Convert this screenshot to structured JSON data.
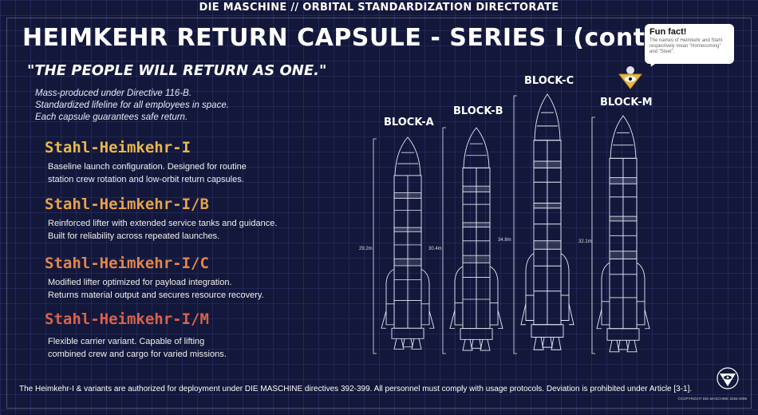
{
  "header": {
    "banner": "DIE MASCHINE // ORBITAL STANDARDIZATION DIRECTORATE"
  },
  "title": "HEIMKEHR RETURN CAPSULE - SERIES I (cont.)",
  "motto": "\"THE PEOPLE WILL RETURN AS ONE.\"",
  "description": [
    "Mass-produced under Directive 116-B.",
    "Standardized lifeline for all employees in space.",
    "Each capsule guarantees safe return."
  ],
  "variants": [
    {
      "name": "Stahl-Heimkehr-I",
      "color": "#e8b84a",
      "lines": [
        "Baseline launch configuration. Designed for routine",
        "station crew rotation and low-orbit return capsules."
      ]
    },
    {
      "name": "Stahl-Heimkehr-I/B",
      "color": "#e7a24a",
      "lines": [
        "Reinforced lifter with extended service tanks and guidance.",
        "Built for reliability across repeated launches."
      ]
    },
    {
      "name": "Stahl-Heimkehr-I/C",
      "color": "#e2864a",
      "lines": [
        "Modified lifter optimized for payload integration.",
        "Returns material output and secures resource recovery."
      ]
    },
    {
      "name": "Stahl-Heimkehr-I/M",
      "color": "#d9624a",
      "lines": [
        "Flexible carrier variant. Capable of lifting",
        "combined crew and cargo for varied missions."
      ]
    }
  ],
  "blocks": [
    {
      "label": "BLOCK-A",
      "height": "29.2m"
    },
    {
      "label": "BLOCK-B",
      "height": "30.4m"
    },
    {
      "label": "BLOCK-C",
      "height": "34.8m"
    },
    {
      "label": "BLOCK-M",
      "height": "32.1m"
    }
  ],
  "funfact": {
    "title": "Fun fact!",
    "text": "The names of Heimkehr and Stahl respectively mean \"Homecoming\" and \"Steel\"."
  },
  "footer": "The Heimkehr-I & variants are authorized for deployment under DIE MASCHINE directives 392-399. All personnel must comply with usage protocols. Deviation is prohibited under Article [3-1].",
  "copyright": "©COPYRIGHT DIE MASCHINE 2026-2095",
  "colors": {
    "background": "#13173a",
    "accent": "#e8b84a"
  },
  "icons": [
    "mascot-eye-icon",
    "die-maschine-logo-icon"
  ]
}
